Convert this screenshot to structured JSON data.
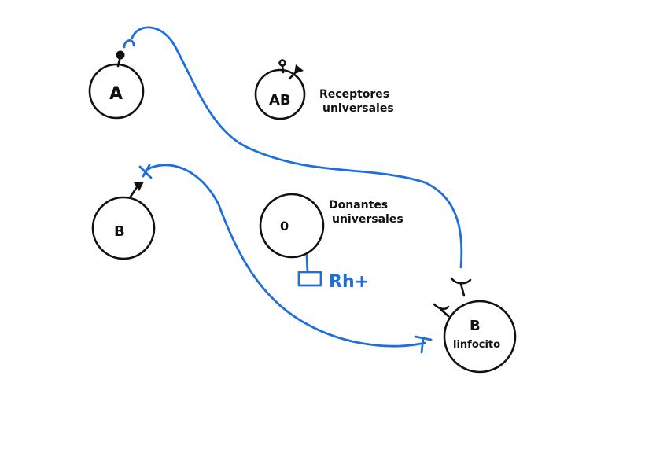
{
  "cells": {
    "a": {
      "label": "A"
    },
    "ab": {
      "label": "AB"
    },
    "b": {
      "label": "B"
    },
    "o": {
      "label": "0"
    },
    "lymphocyte": {
      "label": "B",
      "sublabel": "linfocito"
    }
  },
  "annotations": {
    "receptors_line1": "Receptores",
    "receptors_line2": "universales",
    "donors_line1": "Donantes",
    "donors_line2": "universales",
    "rh": "Rh+"
  },
  "colors": {
    "ink": "#111111",
    "accent": "#1e6fdc"
  }
}
